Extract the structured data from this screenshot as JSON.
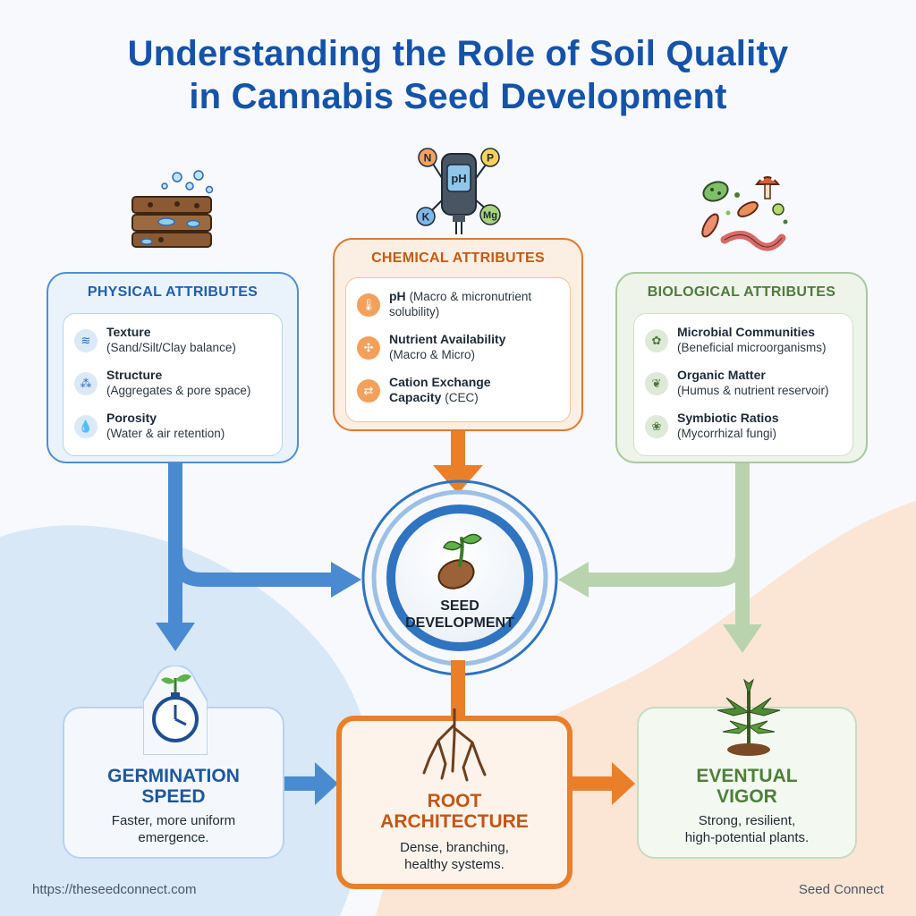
{
  "title": {
    "line1": "Understanding the Role of Soil Quality",
    "line2": "in Cannabis Seed Development"
  },
  "colors": {
    "title": "#1553a8",
    "physical": "#4f8fd0",
    "chemical": "#e07a2c",
    "biological": "#a9c7a0"
  },
  "physical": {
    "heading": "PHYSICAL ATTRIBUTES",
    "items": [
      {
        "name": "Texture",
        "desc": "(Sand/Silt/Clay balance)",
        "icon": "texture-icon"
      },
      {
        "name": "Structure",
        "desc": "(Aggregates & pore space)",
        "icon": "aggregates-icon"
      },
      {
        "name": "Porosity",
        "desc": "(Water & air retention)",
        "icon": "water-drop-icon"
      }
    ]
  },
  "chemical": {
    "heading": "CHEMICAL ATTRIBUTES",
    "meter": {
      "display": "pH",
      "nutrients": [
        "N",
        "P",
        "K",
        "Mg"
      ]
    },
    "items": [
      {
        "name": "pH",
        "desc": "(Macro & micronutrient solubility)",
        "icon": "thermometer-icon"
      },
      {
        "name": "Nutrient Availability",
        "desc": "(Macro & Micro)",
        "icon": "molecule-icon"
      },
      {
        "name": "Cation Exchange Capacity",
        "desc": "(CEC)",
        "icon": "exchange-icon"
      }
    ]
  },
  "biological": {
    "heading": "BIOLOGICAL ATTRIBUTES",
    "items": [
      {
        "name": "Microbial Communities",
        "desc": "(Beneficial microorganisms)",
        "icon": "microbe-icon"
      },
      {
        "name": "Organic Matter",
        "desc": "(Humus & nutrient reservoir)",
        "icon": "humus-icon"
      },
      {
        "name": "Symbiotic Ratios",
        "desc": "(Mycorrhizal fungi)",
        "icon": "fungi-icon"
      }
    ]
  },
  "center": {
    "label_line1": "SEED",
    "label_line2": "DEVELOPMENT"
  },
  "outcomes": {
    "germination": {
      "title_line1": "GERMINATION",
      "title_line2": "SPEED",
      "desc_line1": "Faster, more uniform",
      "desc_line2": "emergence."
    },
    "root": {
      "title_line1": "ROOT",
      "title_line2": "ARCHITECTURE",
      "desc_line1": "Dense, branching,",
      "desc_line2": "healthy systems."
    },
    "vigor": {
      "title_line1": "EVENTUAL",
      "title_line2": "VIGOR",
      "desc_line1": "Strong, resilient,",
      "desc_line2": "high-potential plants."
    }
  },
  "footer": {
    "url": "https://theseedconnect.com",
    "brand": "Seed Connect"
  }
}
